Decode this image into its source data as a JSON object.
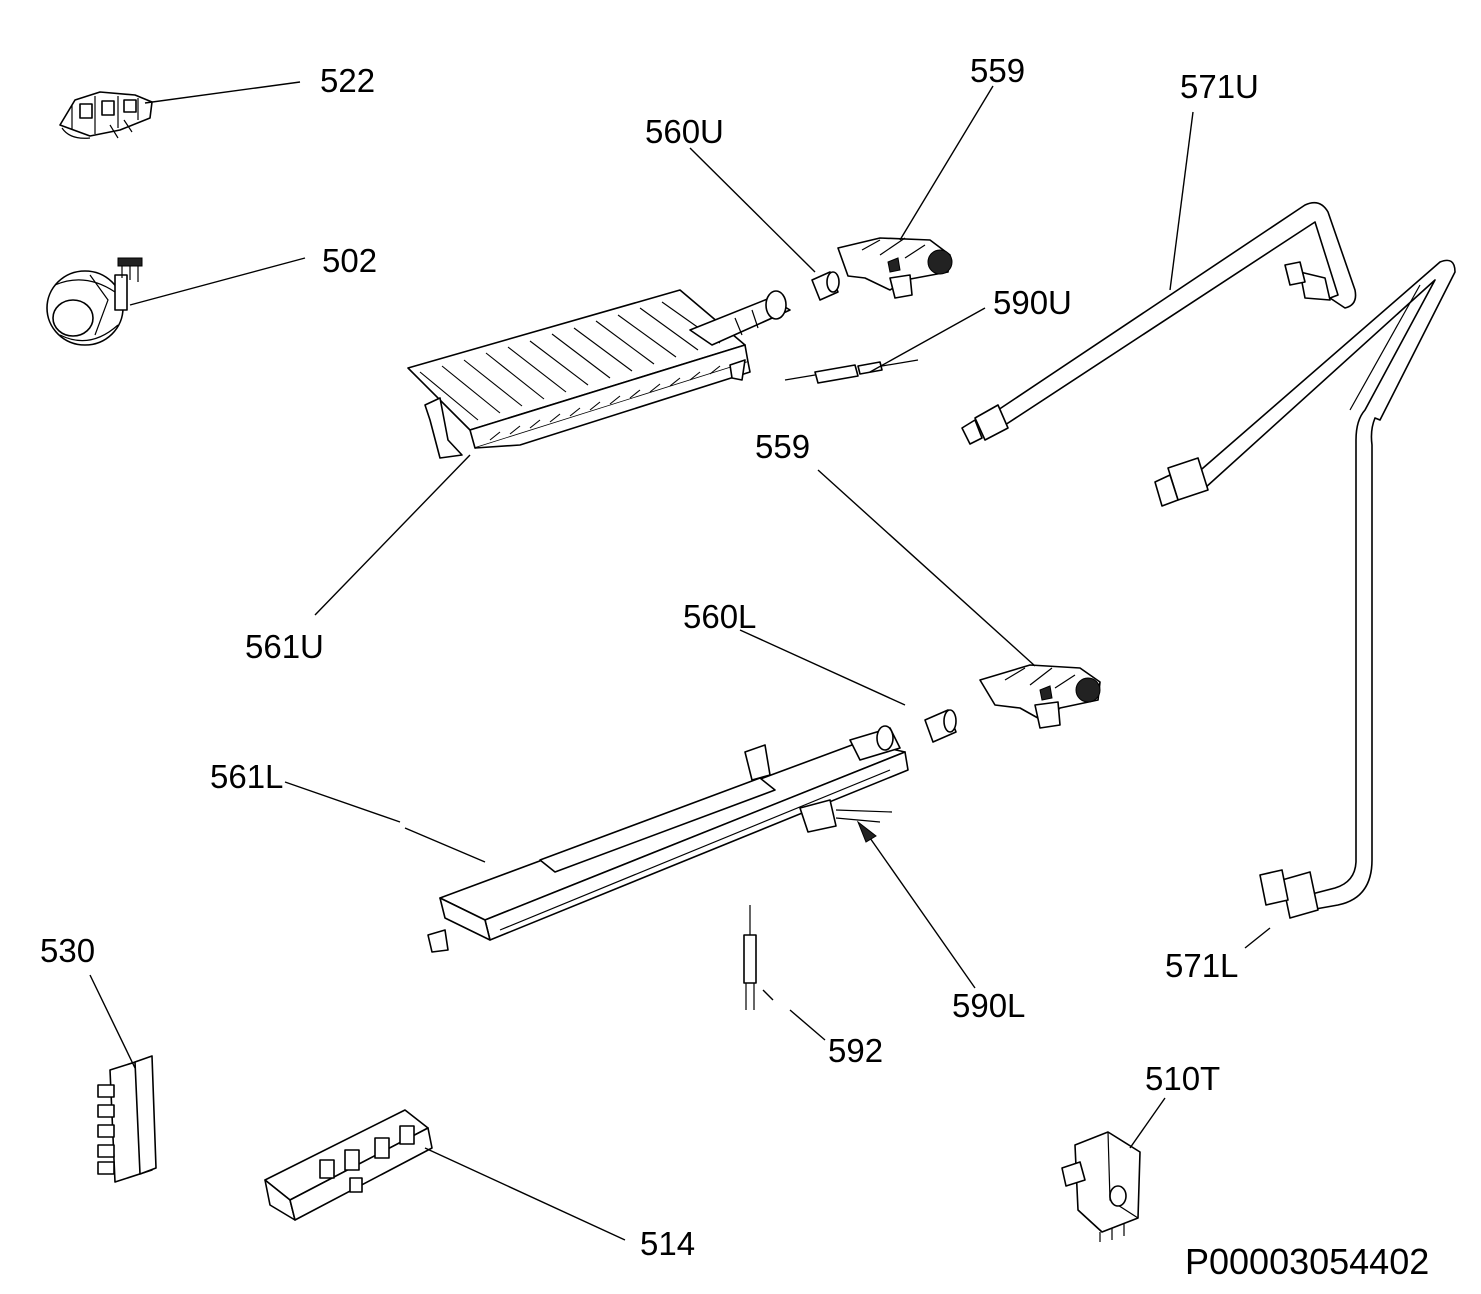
{
  "diagram": {
    "part_labels": [
      {
        "id": "p522",
        "text": "522"
      },
      {
        "id": "p502",
        "text": "502"
      },
      {
        "id": "p559a",
        "text": "559"
      },
      {
        "id": "p560U",
        "text": "560U"
      },
      {
        "id": "p571U",
        "text": "571U"
      },
      {
        "id": "p590U",
        "text": "590U"
      },
      {
        "id": "p559b",
        "text": "559"
      },
      {
        "id": "p561U",
        "text": "561U"
      },
      {
        "id": "p560L",
        "text": "560L"
      },
      {
        "id": "p561L",
        "text": "561L"
      },
      {
        "id": "p571L",
        "text": "571L"
      },
      {
        "id": "p590L",
        "text": "590L"
      },
      {
        "id": "p530",
        "text": "530"
      },
      {
        "id": "p592",
        "text": "592"
      },
      {
        "id": "p510T",
        "text": "510T"
      },
      {
        "id": "p514",
        "text": "514"
      }
    ],
    "drawing_number": "P00003054402"
  }
}
